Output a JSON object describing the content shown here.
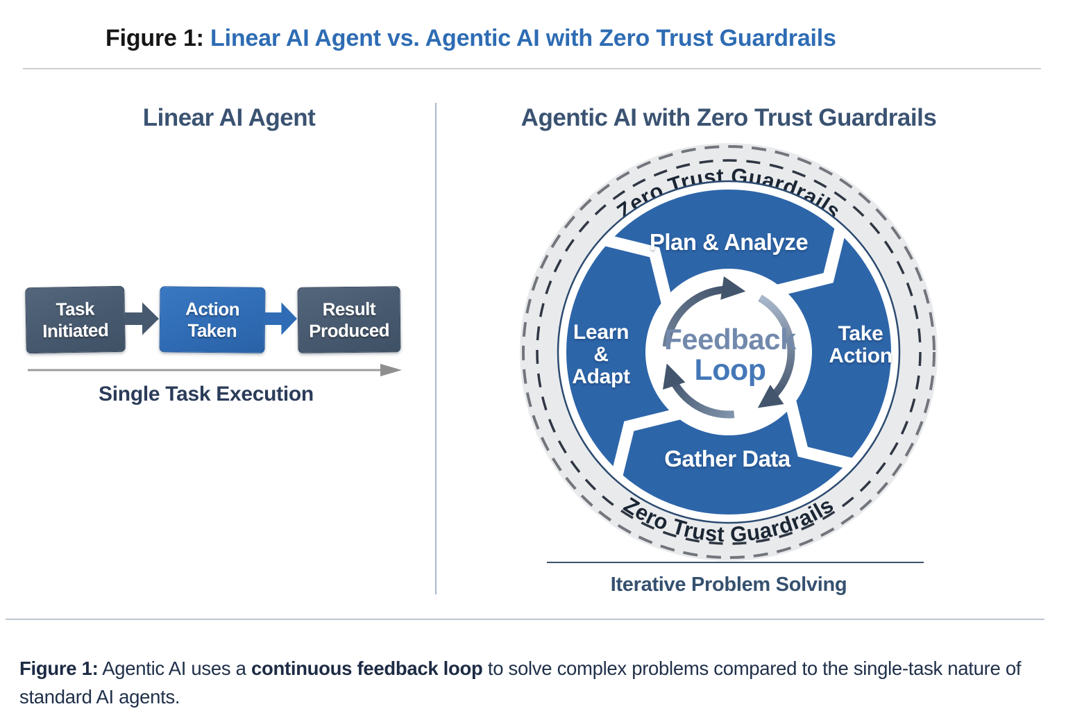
{
  "figure_title": {
    "prefix": "Figure 1:",
    "main": "Linear AI Agent vs. Agentic AI with Zero Trust Guardrails"
  },
  "linear_panel": {
    "heading": "Linear AI Agent",
    "steps": [
      {
        "line1": "Task",
        "line2": "Initiated"
      },
      {
        "line1": "Action",
        "line2": "Taken"
      },
      {
        "line1": "Result",
        "line2": "Produced"
      }
    ],
    "timeline_label": "Single Task Execution"
  },
  "agentic_panel": {
    "heading": "Agentic AI with Zero Trust Guardrails",
    "guardrail_label_top": "Zero Trust Guardrails",
    "guardrail_label_bottom": "Zero Trust Guardrails",
    "cycle_segments": {
      "top": "Plan & Analyze",
      "right": {
        "line1": "Take",
        "line2": "Action"
      },
      "bottom": "Gather Data",
      "left": {
        "line1": "Learn",
        "line2": "&",
        "line3": "Adapt"
      }
    },
    "hub": {
      "line1": "Feedback",
      "line2": "Loop"
    },
    "sub_label": "Iterative Problem Solving"
  },
  "caption": {
    "figure_label": "Figure 1:",
    "segment1": " Agentic AI uses a ",
    "bold_phrase": "continuous feedback loop",
    "segment2": " to solve complex problems compared to the single-task nature of standard AI agents."
  },
  "colors": {
    "title_accent": "#2E6CB4",
    "heading_slate": "#3B5372",
    "step_dark": "#47596E",
    "step_accent": "#2F6CB5",
    "cycle_blue": "#2D65A9",
    "guardrail_ring_gray": "#E9EAEC",
    "guardrail_text": "#1B2634",
    "hub_line1": "#7289AC",
    "hub_line2": "#4477B8",
    "caption_ink": "#20304A"
  }
}
